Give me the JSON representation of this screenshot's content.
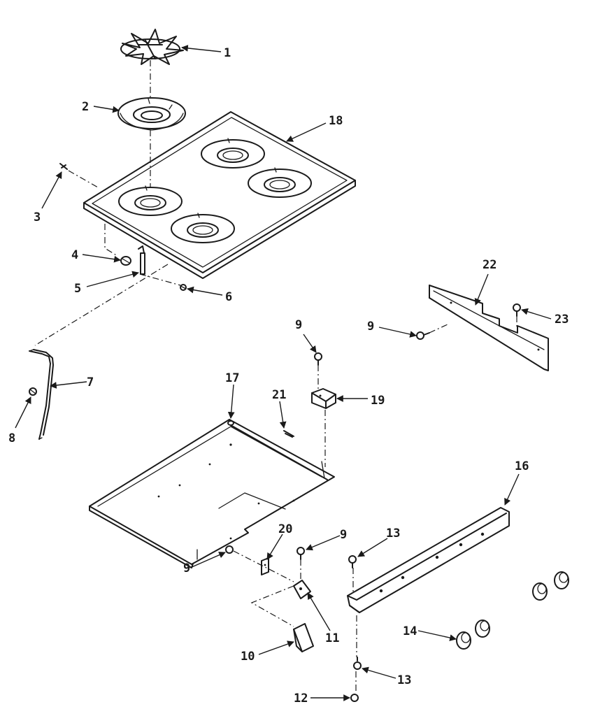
{
  "callouts": {
    "c1": "1",
    "c2": "2",
    "c3": "3",
    "c4": "4",
    "c5": "5",
    "c6": "6",
    "c7": "7",
    "c8": "8",
    "c9a": "9",
    "c9b": "9",
    "c9c": "9",
    "c9d": "9",
    "c10": "10",
    "c11": "11",
    "c12": "12",
    "c13a": "13",
    "c13b": "13",
    "c14": "14",
    "c16": "16",
    "c17": "17",
    "c18": "18",
    "c19": "19",
    "c20": "20",
    "c21": "21",
    "c22": "22",
    "c23": "23"
  }
}
